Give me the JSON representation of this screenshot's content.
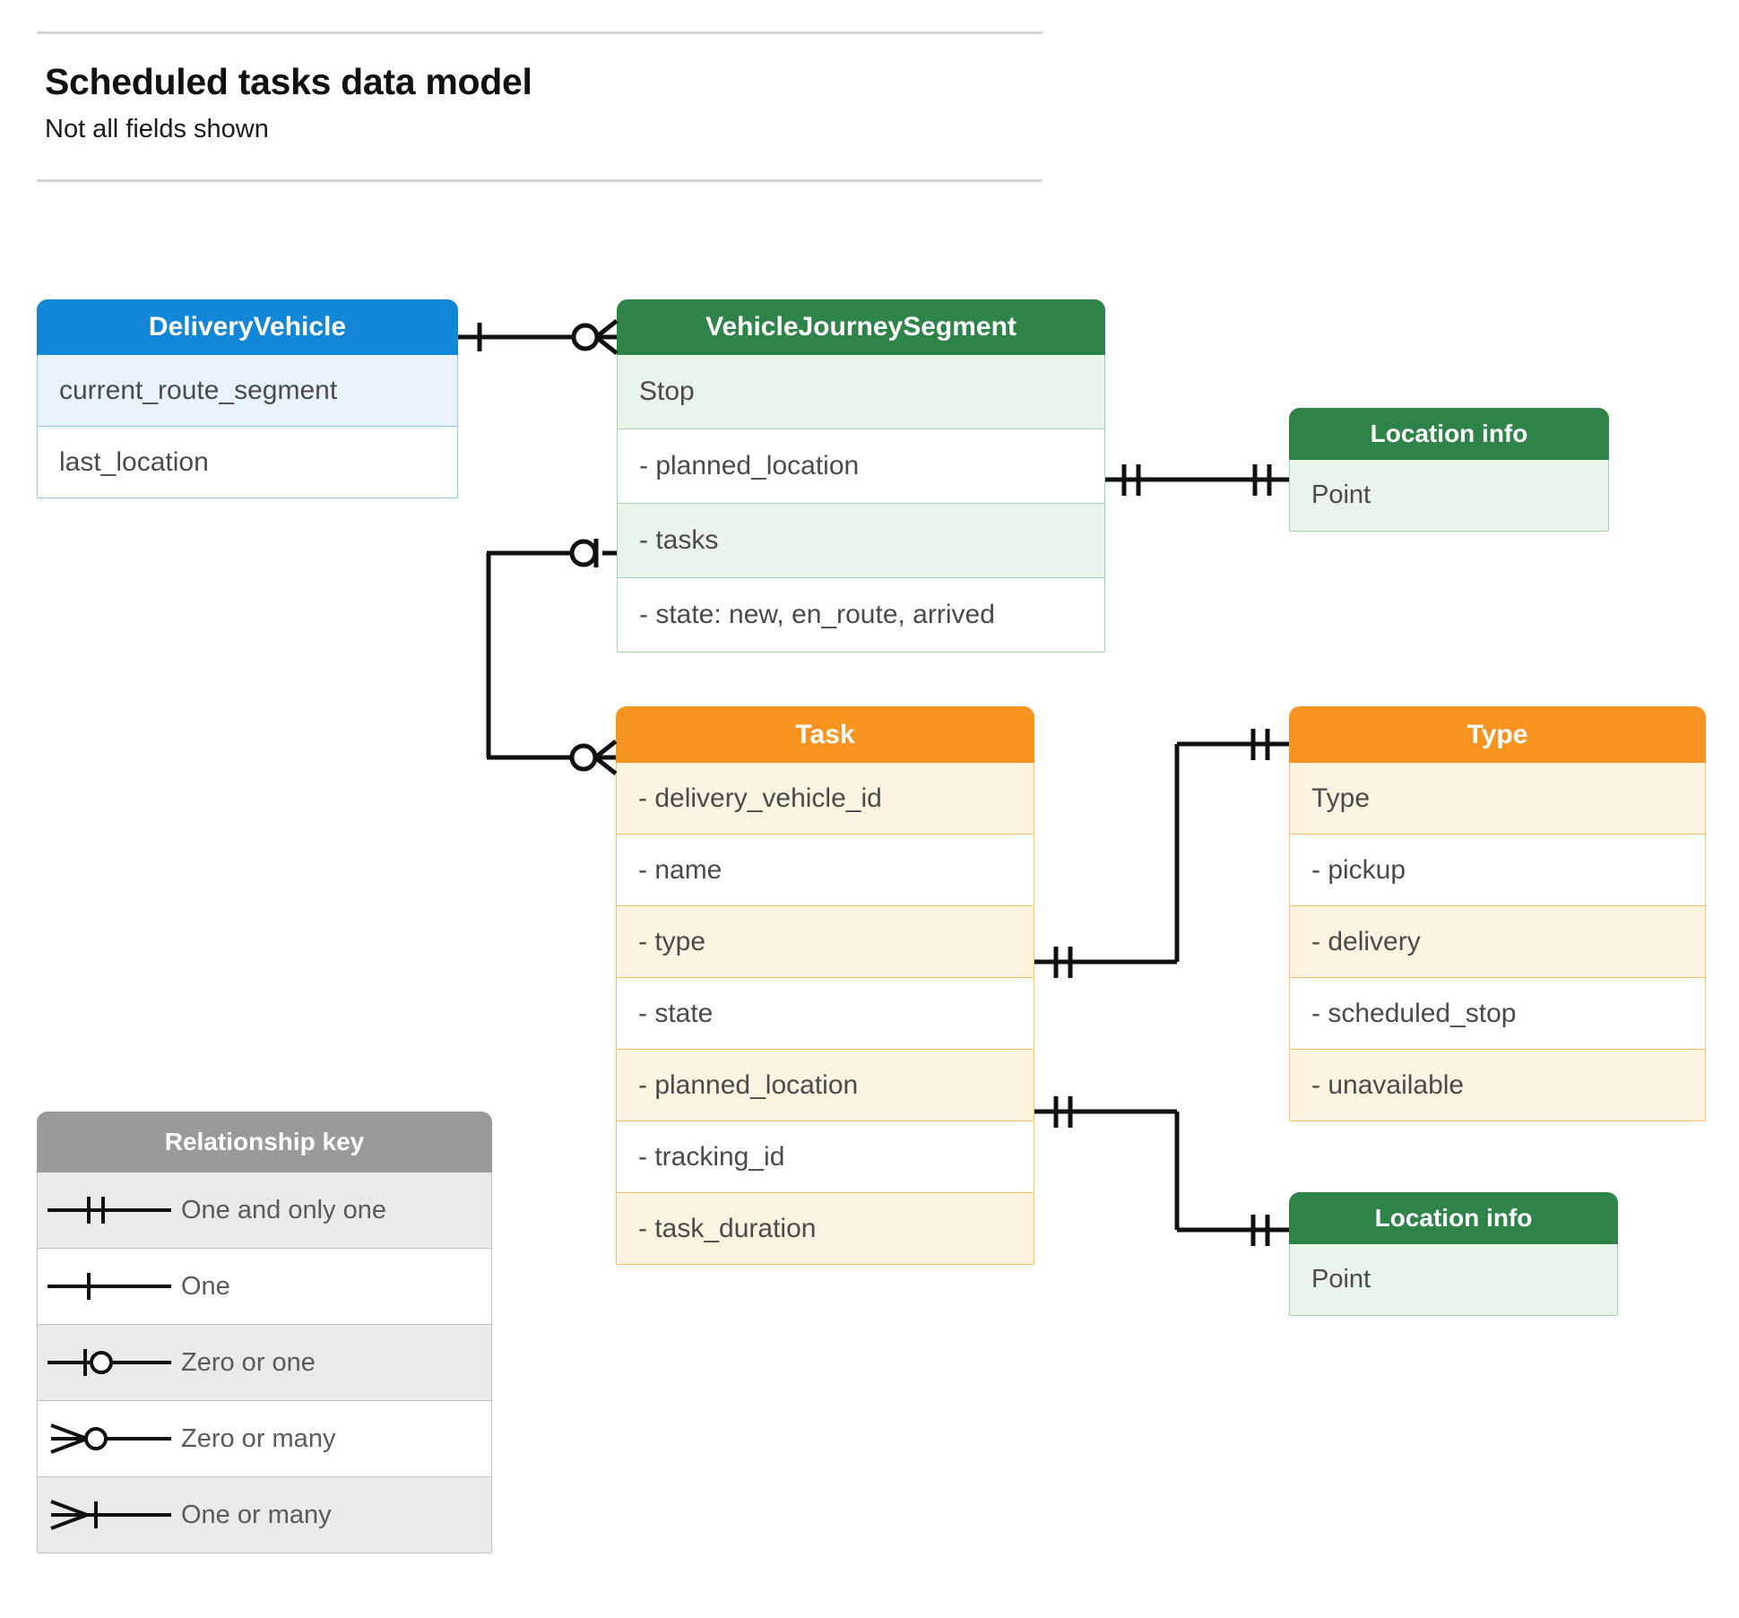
{
  "header": {
    "title": "Scheduled tasks data model",
    "subtitle": "Not all fields shown"
  },
  "entities": {
    "delivery_vehicle": {
      "title": "DeliveryVehicle",
      "color": "#1287d8",
      "rows": [
        "current_route_segment",
        "last_location"
      ]
    },
    "vehicle_journey_segment": {
      "title": "VehicleJourneySegment",
      "color": "#2e8348",
      "rows": [
        "Stop",
        "-  planned_location",
        "- tasks",
        "- state: new, en_route, arrived"
      ]
    },
    "location_info_top": {
      "title": "Location info",
      "color": "#2e8348",
      "rows": [
        "Point"
      ]
    },
    "task": {
      "title": "Task",
      "color": "#f79420",
      "rows": [
        "- delivery_vehicle_id",
        "- name",
        "- type",
        "- state",
        "- planned_location",
        "- tracking_id",
        "- task_duration"
      ]
    },
    "type": {
      "title": "Type",
      "color": "#f79420",
      "rows": [
        "Type",
        "-   pickup",
        "-   delivery",
        "-   scheduled_stop",
        "-   unavailable"
      ]
    },
    "location_info_bottom": {
      "title": "Location info",
      "color": "#2e8348",
      "rows": [
        "Point"
      ]
    }
  },
  "relationship_key": {
    "title": "Relationship key",
    "color": "#9a9a9a",
    "items": [
      {
        "symbol": "one-and-only-one-icon",
        "label": "One and only one"
      },
      {
        "symbol": "one-icon",
        "label": "One"
      },
      {
        "symbol": "zero-or-one-icon",
        "label": "Zero or one"
      },
      {
        "symbol": "zero-or-many-icon",
        "label": "Zero or many"
      },
      {
        "symbol": "one-or-many-icon",
        "label": "One or many"
      }
    ]
  },
  "relationships": [
    {
      "from": "delivery_vehicle",
      "to": "vehicle_journey_segment",
      "from_cardinality": "one",
      "to_cardinality": "zero-or-many"
    },
    {
      "from": "vehicle_journey_segment.planned_location",
      "to": "location_info_top",
      "from_cardinality": "one-and-only-one",
      "to_cardinality": "one-and-only-one"
    },
    {
      "from": "vehicle_journey_segment.tasks",
      "to": "task",
      "from_cardinality": "zero-or-one",
      "to_cardinality": "zero-or-many"
    },
    {
      "from": "task.type",
      "to": "type",
      "from_cardinality": "one-and-only-one",
      "to_cardinality": "one-and-only-one"
    },
    {
      "from": "task.planned_location",
      "to": "location_info_bottom",
      "from_cardinality": "one-and-only-one",
      "to_cardinality": "one-and-only-one"
    }
  ],
  "colors": {
    "blue": "#1287d8",
    "green": "#2e8348",
    "orange": "#f79420",
    "gray": "#9a9a9a",
    "line": "#111111",
    "text": "#4a4a4a"
  }
}
